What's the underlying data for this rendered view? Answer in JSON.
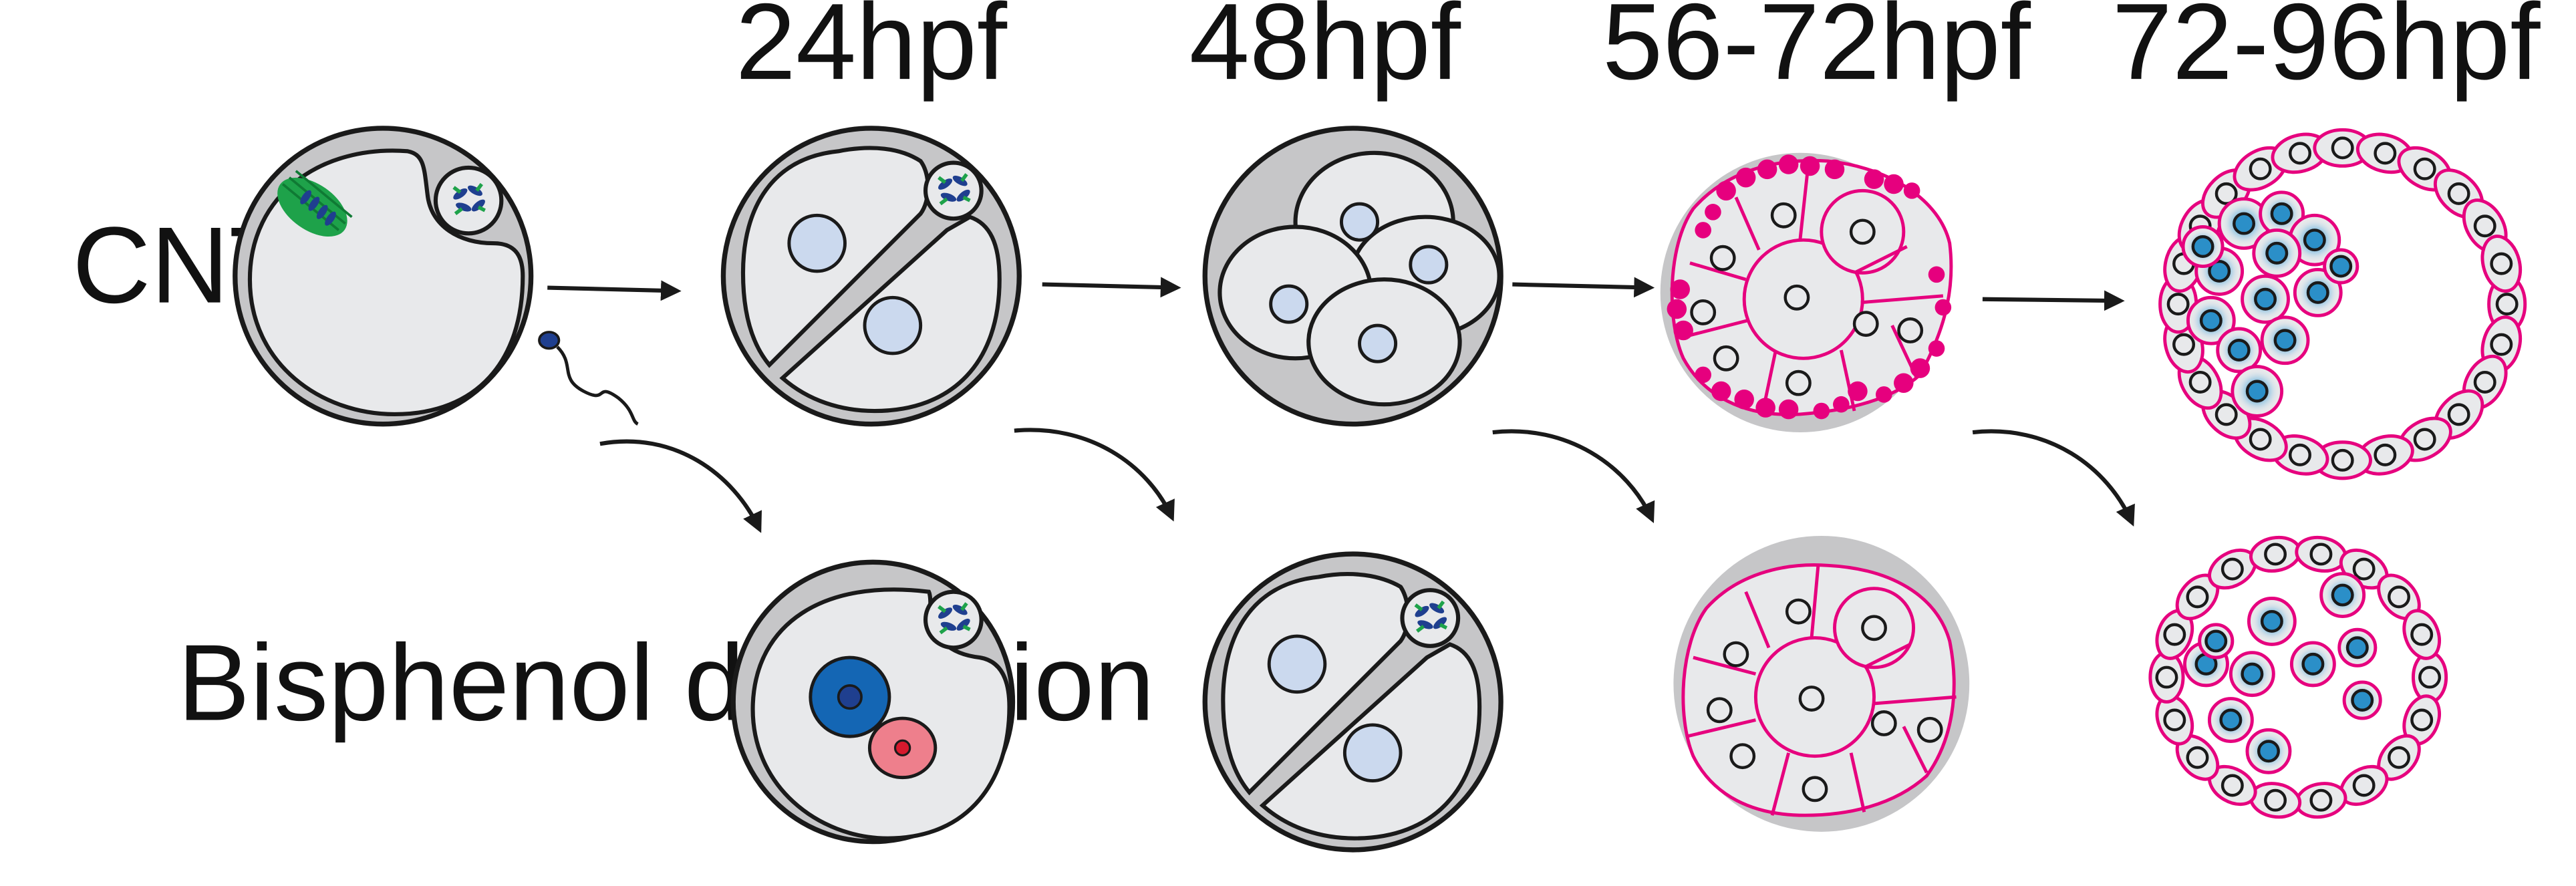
{
  "labels": {
    "stage_24": "24hpf",
    "stage_48": "48hpf",
    "stage_56_72": "56-72hpf",
    "stage_72_96": "72-96hpf",
    "control_row": "CNTL",
    "disruption_row": "Bisphenol disruption"
  },
  "colors": {
    "zona": "#c6c6c8",
    "cell_fill": "#e8e9eb",
    "nucleus": "#cbd9ee",
    "outline": "#1a1a1a",
    "magenta": "#e6007e",
    "spindle_green": "#1ea24a",
    "chromosome_blue": "#1f3f8f",
    "icm_blue": "#2b8fc8",
    "abnormal_blue": "#1466b4",
    "abnormal_pink": "#ee7f8c",
    "abnormal_red": "#d7192d"
  }
}
